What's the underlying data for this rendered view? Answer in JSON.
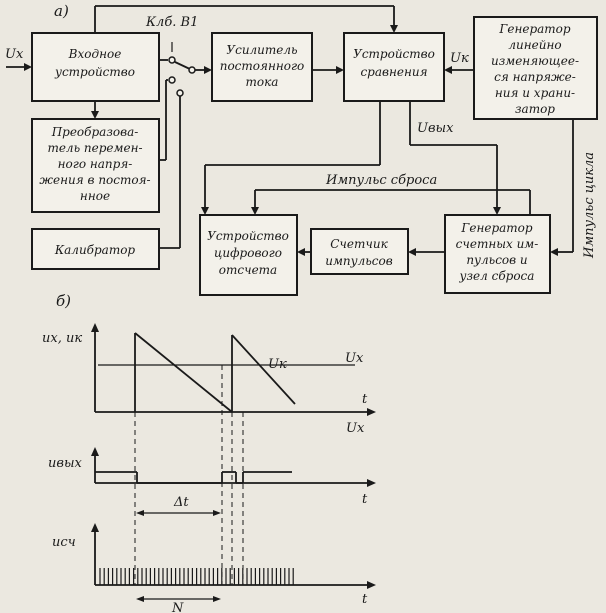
{
  "part_a_label": "а)",
  "part_b_label": "б)",
  "blocks": {
    "input": [
      "Входное",
      "устройство"
    ],
    "converter": [
      "Преобразова-",
      "тель перемен-",
      "ного напря-",
      "жения в постоя-",
      "нное"
    ],
    "calibrator": [
      "Калибратор"
    ],
    "dc_amp": [
      "Усилитель",
      "постоянного",
      "тока"
    ],
    "comparator": [
      "Устройство",
      "сравнения"
    ],
    "generator": [
      "Генератор",
      "линейно",
      "изменяющее-",
      "ся напряже-",
      "ния и храни-",
      "затор"
    ],
    "display": [
      "Устройство",
      "цифрового",
      "отсчета"
    ],
    "counter": [
      "Счетчик",
      "импульсов"
    ],
    "pulse_gen": [
      "Генератор",
      "счетных им-",
      "пульсов и",
      "узел сброса"
    ]
  },
  "labels": {
    "ux_in": "Uх",
    "uk": "Uк",
    "uvyx": "Uвых",
    "switch": "Клб. В1",
    "reset_pulse": "Импульс сброса",
    "cycle_pulse": "Импульс цикла"
  },
  "timing": {
    "y1": "uх, uк",
    "uk_curve": "Uк",
    "ux_level": "Ux",
    "ux_low": "Uх",
    "y2": "uвых",
    "y3": "uсч",
    "dt": "Δt",
    "n": "N",
    "t": "t"
  }
}
